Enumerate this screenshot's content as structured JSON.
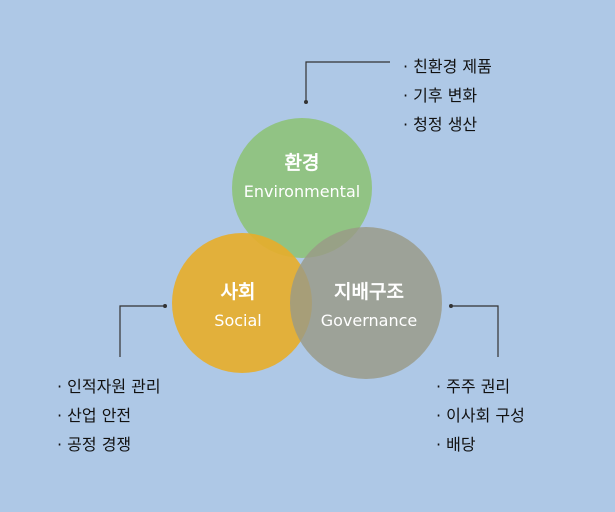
{
  "diagram": {
    "colors": {
      "background": "#aec8e6",
      "environmental": "#8ec27c",
      "social": "#e6ae2c",
      "governance": "#9a9a86",
      "connector": "#333333"
    },
    "environmental": {
      "title": "환경",
      "subtitle": "Environmental",
      "items": [
        "친환경 제품",
        "기후 변화",
        "청정 생산"
      ]
    },
    "social": {
      "title": "사회",
      "subtitle": "Social",
      "items": [
        "인적자원 관리",
        "산업 안전",
        "공정 경쟁"
      ]
    },
    "governance": {
      "title": "지배구조",
      "subtitle": "Governance",
      "items": [
        "주주 권리",
        "이사회 구성",
        "배당"
      ]
    }
  }
}
